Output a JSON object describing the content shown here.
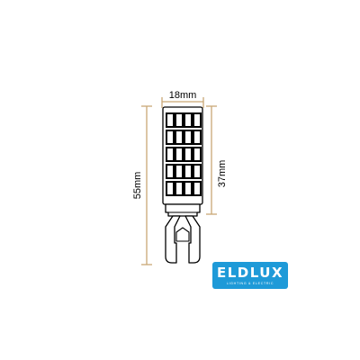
{
  "dimensions": {
    "width_label": "18mm",
    "total_height_label": "55mm",
    "body_height_label": "37mm"
  },
  "bulb": {
    "led_rows": 5,
    "led_cols": 4,
    "led_color": "#ffffff",
    "led_outline_color": "#000000"
  },
  "brand": {
    "name": "ELDLUX",
    "tagline": "LIGHTING & ELECTRIC",
    "badge_color": "#1e9ad8",
    "text_color": "#ffffff"
  },
  "colors": {
    "dimension_line": "#c9a875",
    "outline": "#000000",
    "background": "#ffffff"
  }
}
